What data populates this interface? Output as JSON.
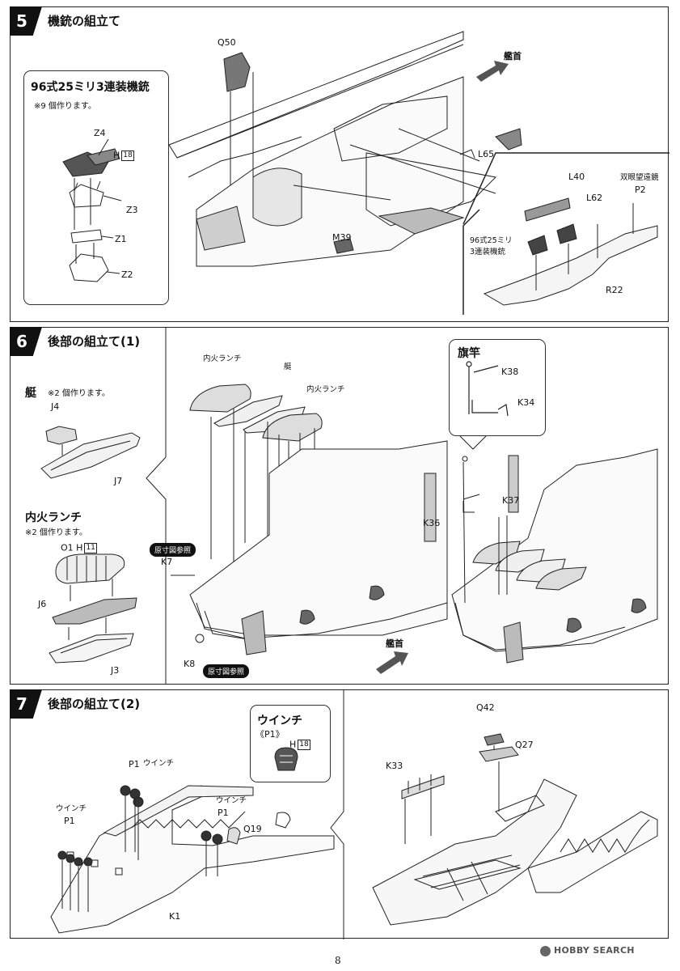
{
  "steps": [
    {
      "number": "5",
      "title": "機銃の組立て",
      "subbox": {
        "title": "96式25ミリ3連装機銃",
        "note": "※9 個作ります。",
        "labels": [
          "Z4",
          "H",
          "18",
          "Z3",
          "Z1",
          "Z2"
        ]
      },
      "bow_label": "艦首",
      "labels": [
        "Q50",
        "L65",
        "M39",
        "L40",
        "L62",
        "双眼望遠鏡",
        "P2",
        "96式25ミリ",
        "3連装機銃",
        "R22"
      ]
    },
    {
      "number": "6",
      "title": "後部の組立て(1)",
      "boat_box": {
        "title": "艇",
        "note": "※2 個作ります。",
        "labels": [
          "J4",
          "J7"
        ]
      },
      "launch_box": {
        "title": "内火ランチ",
        "note": "※2 個作ります。",
        "labels": [
          "O1",
          "H",
          "11",
          "J6",
          "J3"
        ]
      },
      "flagpole_box": {
        "title": "旗竿",
        "labels": [
          "K38",
          "K34"
        ]
      },
      "labels": [
        "内火ランチ",
        "艇",
        "内火ランチ",
        "K7",
        "K8",
        "K36",
        "K37"
      ],
      "ref_badge": "原寸図参照",
      "bow_label": "艦首"
    },
    {
      "number": "7",
      "title": "後部の組立て(2)",
      "winch_box": {
        "title": "ウインチ",
        "subtitle": "《P1》",
        "labels": [
          "H",
          "18"
        ]
      },
      "labels": [
        "P1",
        "ウインチ",
        "ウインチ",
        "P1",
        "ウインチ",
        "P1",
        "Q19",
        "K1",
        "Q42",
        "Q27",
        "K33"
      ]
    }
  ],
  "page_number": "8",
  "watermark": "HOBBY SEARCH"
}
